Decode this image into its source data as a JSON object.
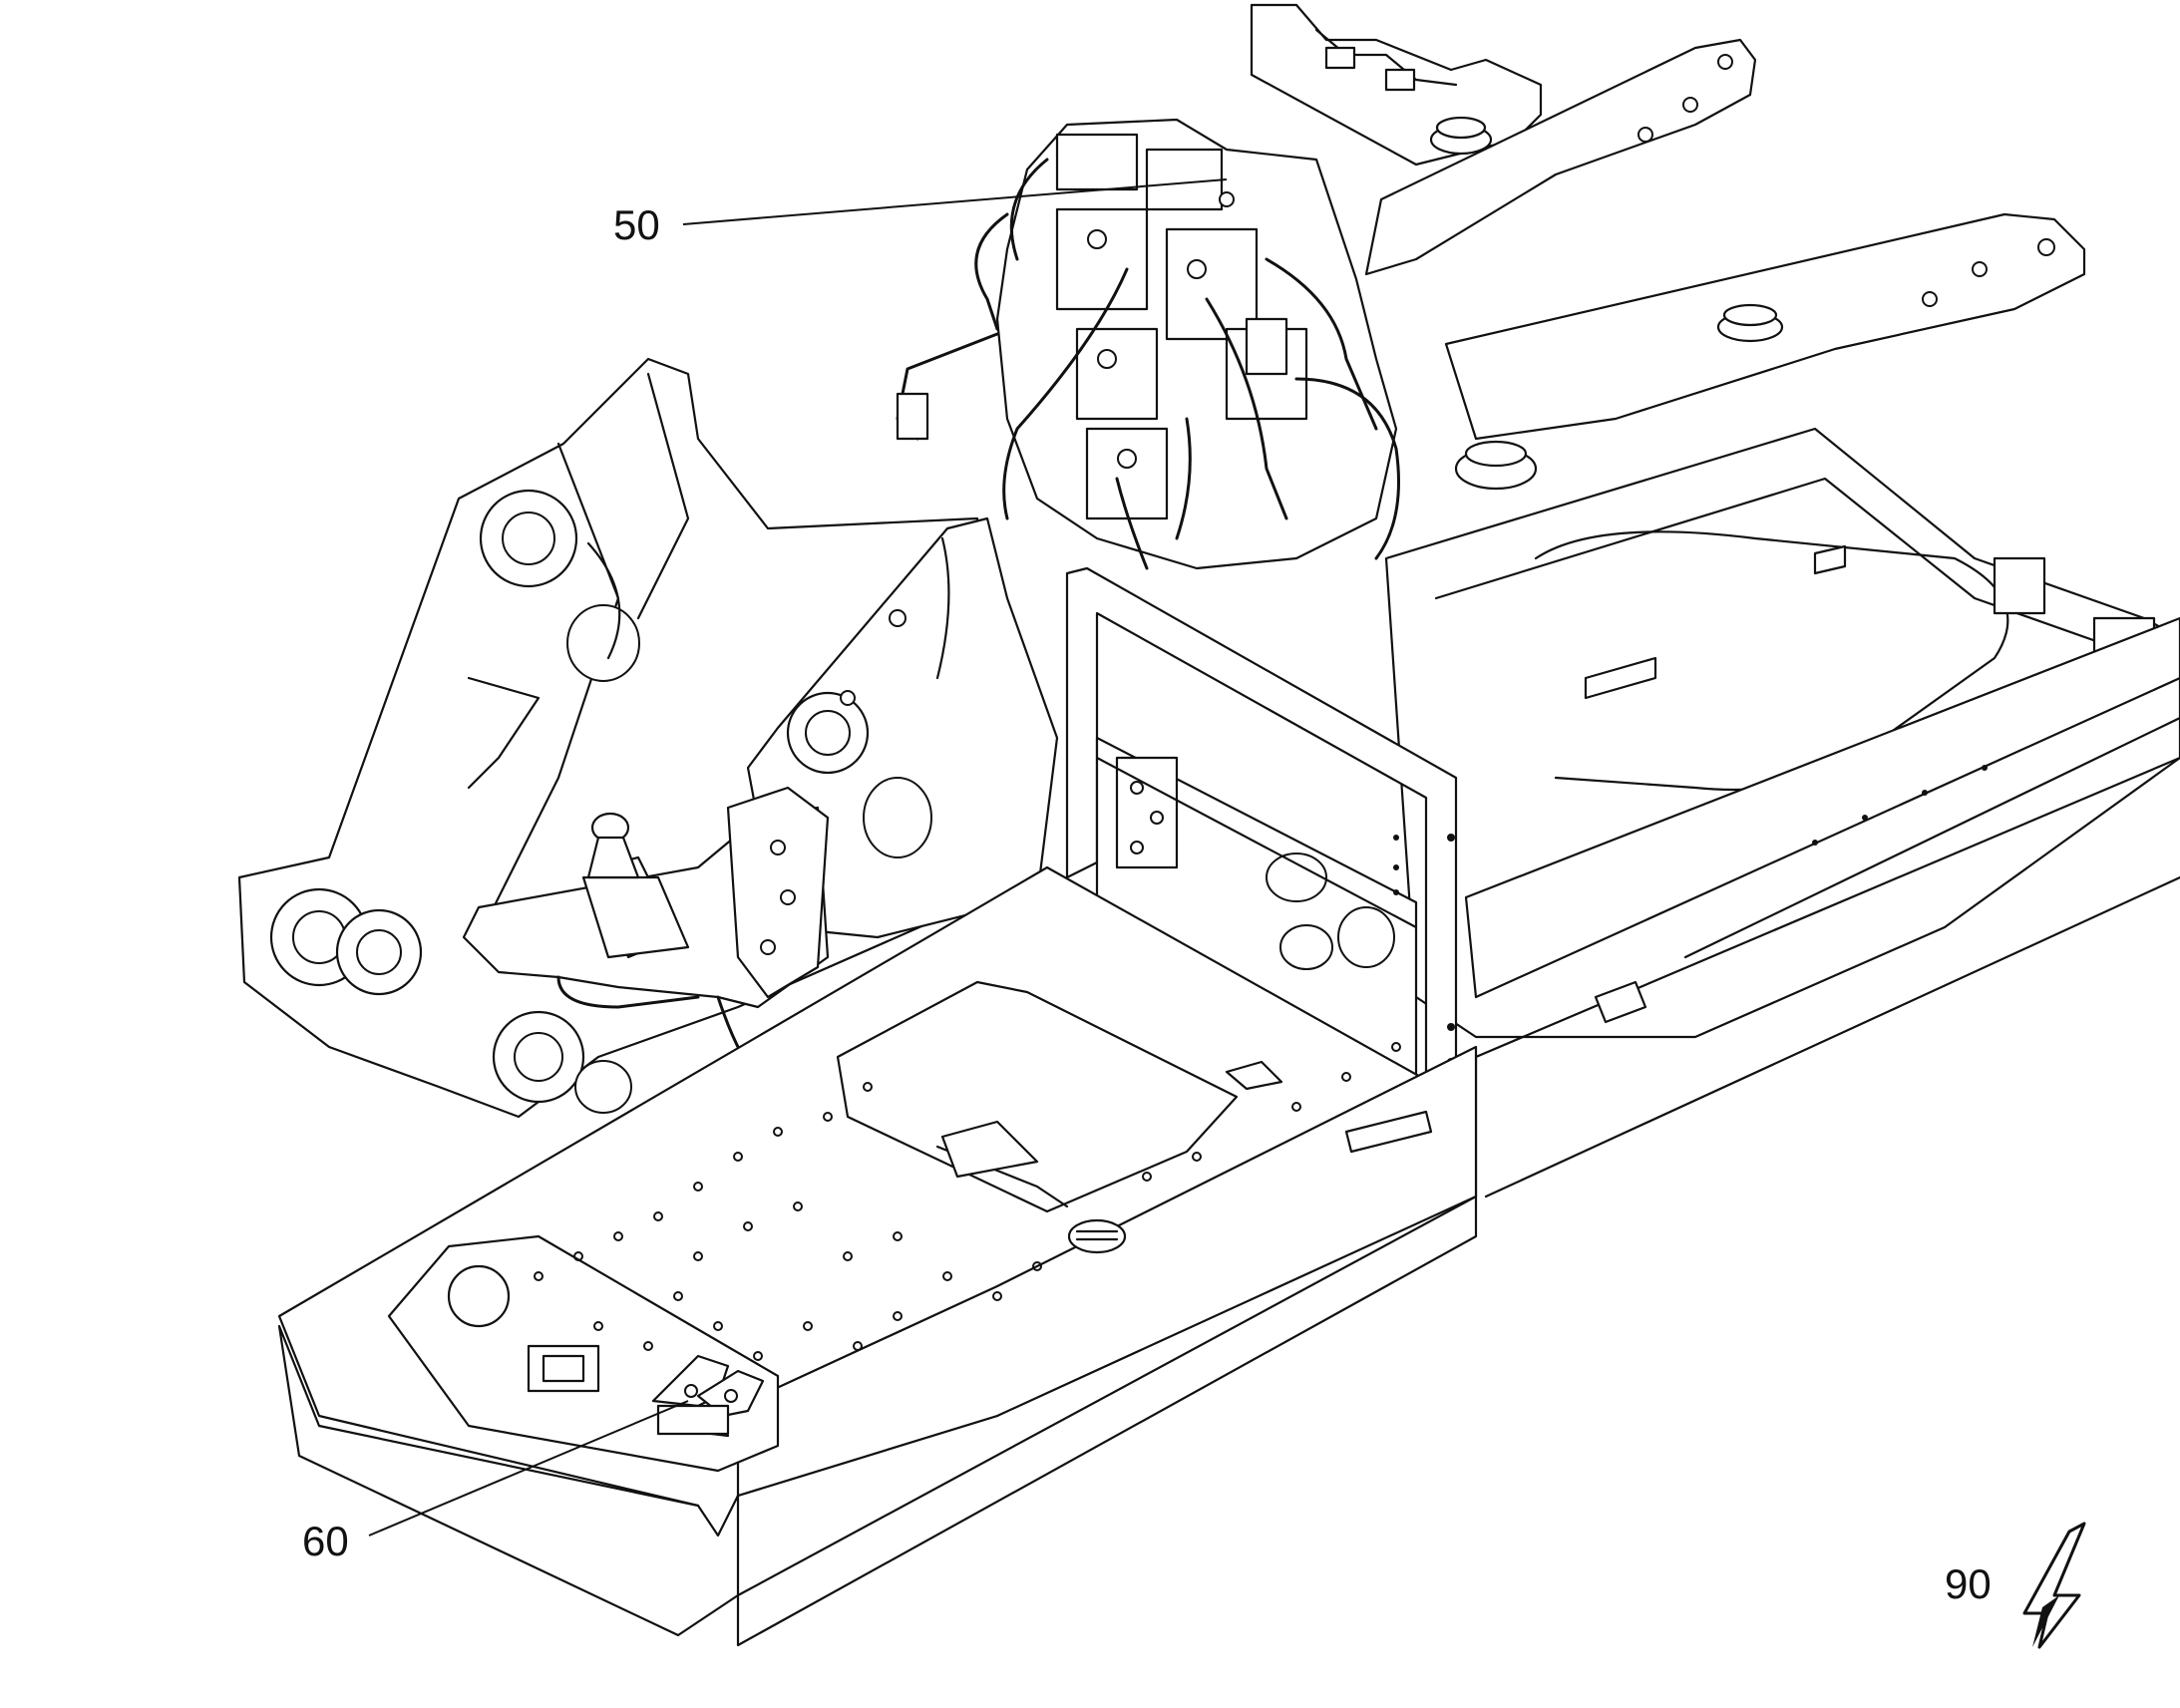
{
  "callouts": {
    "c50": "50",
    "c60": "60",
    "c90": "90"
  },
  "icons": {
    "c90_symbol": "lightning-bolt-icon"
  }
}
